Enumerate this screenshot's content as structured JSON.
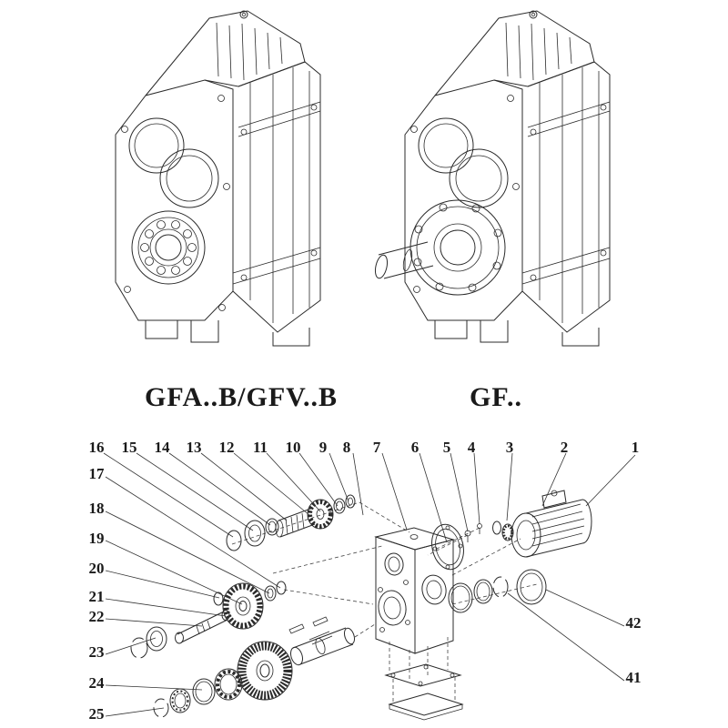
{
  "figure": {
    "left_caption": "GFA..B/GFV..B",
    "right_caption": "GF.."
  },
  "callouts": {
    "top_row": [
      "16",
      "15",
      "14",
      "13",
      "12",
      "11",
      "10",
      "9",
      "8",
      "7",
      "6",
      "5",
      "4",
      "3",
      "2",
      "1"
    ],
    "left_column": [
      "17",
      "18",
      "19",
      "20",
      "21",
      "22",
      "23",
      "24",
      "25"
    ],
    "right_column": [
      "42",
      "41"
    ]
  },
  "colors": {
    "line": "#2b2b2b",
    "background": "#ffffff"
  }
}
